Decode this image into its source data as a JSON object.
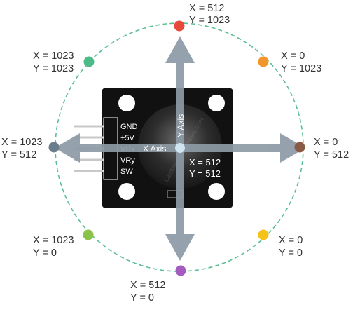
{
  "positions": [
    {
      "id": "top",
      "x_text": "X = 512",
      "y_text": "Y = 1023",
      "color": "#e8473b"
    },
    {
      "id": "top-right",
      "x_text": "X = 0",
      "y_text": "Y = 1023",
      "color": "#f0962a"
    },
    {
      "id": "right",
      "x_text": "X = 0",
      "y_text": "Y = 512",
      "color": "#8a5a44"
    },
    {
      "id": "bottom-right",
      "x_text": "X = 0",
      "y_text": "Y = 0",
      "color": "#f4c218"
    },
    {
      "id": "bottom",
      "x_text": "X = 512",
      "y_text": "Y = 0",
      "color": "#a45cc0"
    },
    {
      "id": "bottom-left",
      "x_text": "X = 1023",
      "y_text": "Y = 0",
      "color": "#8bc34a"
    },
    {
      "id": "left",
      "x_text": "X = 1023",
      "y_text": "Y = 512",
      "color": "#6b7d8c"
    },
    {
      "id": "top-left",
      "x_text": "X = 1023",
      "y_text": "Y = 1023",
      "color": "#4cbb88"
    }
  ],
  "center": {
    "x_text": "X = 512",
    "y_text": "Y = 512"
  },
  "axes": {
    "x_label": "X Axis",
    "y_label": "Y Axis"
  },
  "pins": [
    "GND",
    "+5V",
    "VRx",
    "VRy",
    "SW"
  ],
  "watermark": "LastMinuteEngineers.com",
  "colors": {
    "circle": "#5cbf94",
    "arrow": "#8d9aa5",
    "module": "#111111",
    "center_dot": "#cfe6f2"
  }
}
